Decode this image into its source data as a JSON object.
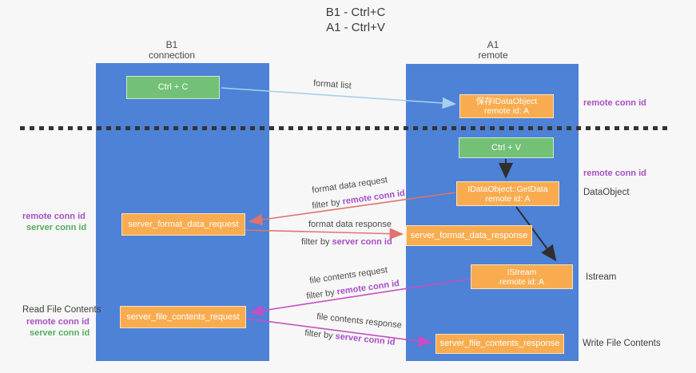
{
  "title": {
    "line1": "B1 - Ctrl+C",
    "line2": "A1 - Ctrl+V"
  },
  "columns": {
    "left": {
      "name": "B1",
      "role": "connection"
    },
    "right": {
      "name": "A1",
      "role": "remote"
    }
  },
  "boxes": {
    "ctrl_c": "Ctrl + C",
    "ctrl_v": "Ctrl + V",
    "save_idataobject": {
      "line1": "保存IDataObject",
      "line2": "remote id: A"
    },
    "getdata": {
      "line1": "IDataObject::GetData",
      "line2": "remote id: A"
    },
    "istream": {
      "line1": "IStream",
      "line2": "remote id: A"
    },
    "format_request": "server_format_data_request",
    "format_response": "server_format_data_response",
    "file_request": "server_file_contents_request",
    "file_response": "server_file_contents_response"
  },
  "labels": {
    "format_list": "format list",
    "format_data_request": "format data request",
    "format_data_response": "format data response",
    "file_contents_request": "file contents request",
    "file_contents_response": "file contents response",
    "filter_by": "filter by",
    "remote_conn_id": "remote conn id",
    "server_conn_id": "server conn id",
    "read_file_contents": "Read File Contents",
    "write_file_contents": "Write File Contents",
    "dataobject": "DataObject",
    "istream": "Istream"
  },
  "colors": {
    "background": "#f7f7f7",
    "column_blue": "#4d82d6",
    "box_green": "#73c176",
    "box_orange": "#f9ac4f",
    "arrow_light_blue": "#a5d1ee",
    "arrow_red": "#e0736e",
    "arrow_magenta": "#c44fc4",
    "arrow_black": "#2f2f2f",
    "remote_conn_purple": "#a74fc6",
    "server_conn_green": "#55ad5f"
  }
}
